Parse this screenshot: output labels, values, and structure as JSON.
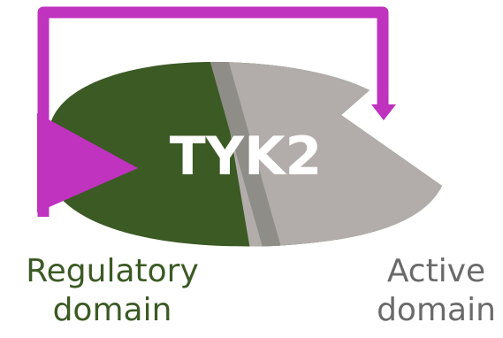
{
  "protein": {
    "name": "TYK2"
  },
  "labels": {
    "regulatory": {
      "line1": "Regulatory",
      "line2": "domain"
    },
    "active": {
      "line1": "Active",
      "line2": "domain"
    }
  },
  "colors": {
    "regulatory_domain": "#3b5a24",
    "active_domain": "#b2adab",
    "hinge": "#8f8d88",
    "arrow": "#bf33bf",
    "protein_text": "#ffffff",
    "regulatory_label": "#3b5a24",
    "active_label": "#6a6a6a"
  }
}
